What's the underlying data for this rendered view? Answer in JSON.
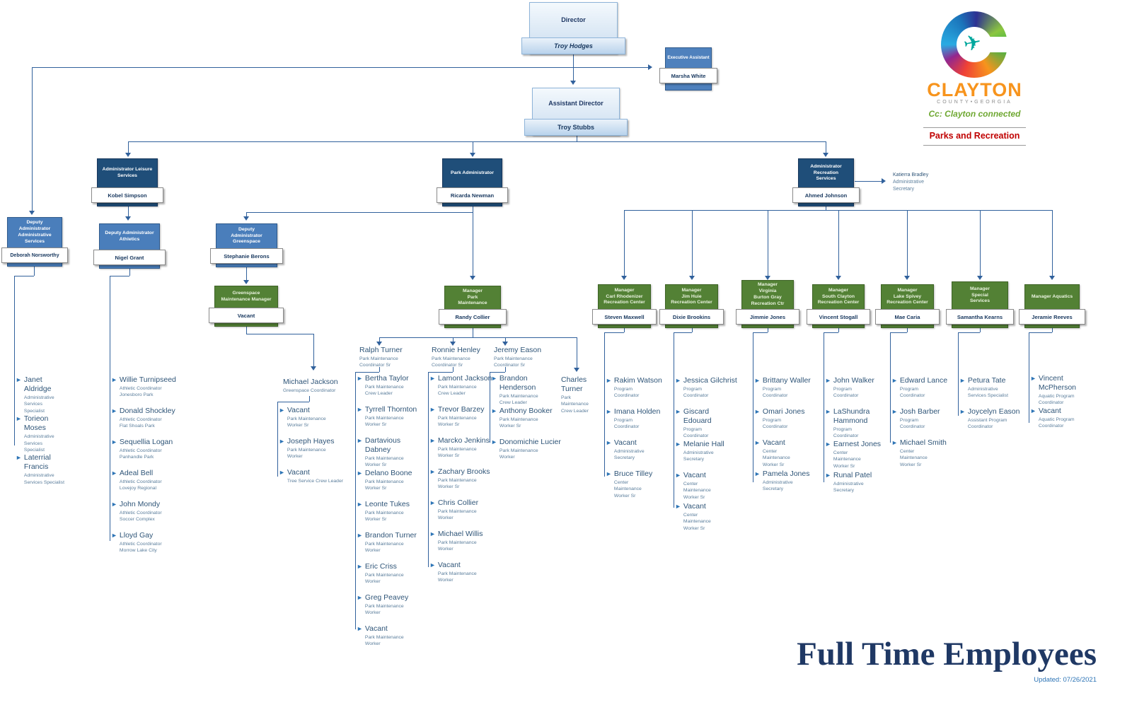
{
  "branding": {
    "logo_text": "CLAYTON",
    "logo_sub": "COUNTY•GEORGIA",
    "tagline": "Cc: Clayton connected",
    "department": "Parks and Recreation"
  },
  "footer": {
    "title": "Full Time Employees",
    "updated": "Updated: 07/26/2021"
  },
  "colors": {
    "navy": "#1F4E79",
    "blue": "#4A7EBB",
    "green": "#538135",
    "orange": "#F7941D",
    "red": "#C00000",
    "line": "#31619C"
  },
  "org": {
    "director": {
      "title": "Director",
      "name": "Troy Hodges"
    },
    "exec_assistant": {
      "title": "Executive Assistant",
      "name": "Marsha White"
    },
    "assistant_director": {
      "title": "Assistant Director",
      "name": "Troy Stubbs"
    },
    "admin_leisure": {
      "title": "Administrator Leisure\nServices",
      "name": "Kobel Simpson"
    },
    "park_admin": {
      "title": "Park Administrator",
      "name": "Ricarda Newman"
    },
    "admin_recreation": {
      "title": "Administrator\nRecreation\nServices",
      "name": "Ahmed Johnson"
    },
    "admin_secretary": {
      "name": "Katierra Bradley",
      "role": "Administrative\nSecretary"
    },
    "deputy_admin_services": {
      "title": "Deputy\nAdministrator\nAdministrative\nServices",
      "name": "Deborah Norsworthy"
    },
    "deputy_athletics": {
      "title": "Deputy Administrator\nAthletics",
      "name": "Nigel Grant"
    },
    "deputy_greenspace": {
      "title": "Deputy\nAdministrator\nGreenspace",
      "name": "Stephanie Berons"
    },
    "greenspace_mgr": {
      "title": "Greenspace\nMaintenance Manager",
      "name": "Vacant"
    },
    "park_maint_mgr": {
      "title": "Manager\nPark\nMaintenance",
      "name": "Randy Collier"
    },
    "rec_managers": [
      {
        "title": "Manager\nCarl Rhodenizer\nRecreation Center",
        "name": "Steven Maxwell"
      },
      {
        "title": "Manager\nJim Huie\nRecreation Center",
        "name": "Dixie Brookins"
      },
      {
        "title": "Manager\nVirginia\nBurton Gray\nRecreation Ctr",
        "name": "Jimmie Jones"
      },
      {
        "title": "Manager\nSouth Clayton\nRecreation Center",
        "name": "Vincent Stogall"
      },
      {
        "title": "Manager\nLake Spivey\nRecreation Center",
        "name": "Mae Caria"
      },
      {
        "title": "Manager\nSpecial\nServices",
        "name": "Samantha Kearns"
      },
      {
        "title": "Manager Aquatics",
        "name": "Jeramie Reeves"
      }
    ]
  },
  "coordinators": {
    "greenspace": {
      "name": "Michael Jackson",
      "role": "Greenspace Coordinator"
    },
    "ralph": {
      "name": "Ralph Turner",
      "role": "Park Maintenance\nCoordinator Sr"
    },
    "ronnie": {
      "name": "Ronnie Henley",
      "role": "Park Maintenance\nCoordinator Sr"
    },
    "jeremy": {
      "name": "Jeremy Eason",
      "role": "Park Maintenance\nCoordinator Sr"
    },
    "charles": {
      "name": "Charles Turner",
      "role": "Park\nMaintenance\nCrew Leader"
    }
  },
  "columns": {
    "admin_services": [
      {
        "name": "Janet Aldridge",
        "role": "Administrative\nServices\nSpecialist"
      },
      {
        "name": "Torieon Moses",
        "role": "Administrative\nServices\nSpecialist"
      },
      {
        "name": "Laterrial Francis",
        "role": "Administrative\nServices Specialist"
      }
    ],
    "athletics": [
      {
        "name": "Willie Turnipseed",
        "role": "Athletic Coordinator\nJonesboro Park"
      },
      {
        "name": "Donald Shockley",
        "role": "Athletic Coordinator\nFlat Shoals Park"
      },
      {
        "name": "Sequellia Logan",
        "role": "Athletic Coordinator\nPanhandle Park"
      },
      {
        "name": "Adeal Bell",
        "role": "Athletic Coordinator\nLovejoy Regional"
      },
      {
        "name": "John Mondy",
        "role": "Athletic Coordinator\nSoccer Complex"
      },
      {
        "name": "Lloyd Gay",
        "role": "Athletic Coordinator\nMorrow Lake City"
      }
    ],
    "greenspace": [
      {
        "name": "Vacant",
        "role": "Park Maintenance\nWorker Sr"
      },
      {
        "name": "Joseph Hayes",
        "role": "Park Maintenance\nWorker"
      },
      {
        "name": "Vacant",
        "role": "Tree Service Crew Leader"
      }
    ],
    "ralph_turner": [
      {
        "name": "Bertha Taylor",
        "role": "Park Maintenance\nCrew Leader"
      },
      {
        "name": "Tyrrell Thornton",
        "role": "Park Maintenance\nWorker Sr"
      },
      {
        "name": "Dartavious Dabney",
        "role": "Park Maintenance\nWorker Sr"
      },
      {
        "name": "Delano Boone",
        "role": "Park Maintenance\nWorker Sr"
      },
      {
        "name": "Leonte Tukes",
        "role": "Park Maintenance\nWorker Sr"
      },
      {
        "name": "Brandon Turner",
        "role": "Park Maintenance\nWorker"
      },
      {
        "name": "Eric Criss",
        "role": "Park Maintenance\nWorker"
      },
      {
        "name": "Greg Peavey",
        "role": "Park Maintenance\nWorker"
      },
      {
        "name": "Vacant",
        "role": "Park Maintenance\nWorker"
      }
    ],
    "ronnie_henley": [
      {
        "name": "Lamont Jackson",
        "role": "Park Maintenance\nCrew Leader"
      },
      {
        "name": "Trevor Barzey",
        "role": "Park Maintenance\nWorker Sr"
      },
      {
        "name": "Marcko Jenkins",
        "role": "Park Maintenance\nWorker Sr"
      },
      {
        "name": "Zachary Brooks",
        "role": "Park Maintenance\nWorker Sr"
      },
      {
        "name": "Chris Collier",
        "role": "Park Maintenance\nWorker"
      },
      {
        "name": "Michael Willis",
        "role": "Park Maintenance\nWorker"
      },
      {
        "name": "Vacant",
        "role": "Park Maintenance\nWorker"
      }
    ],
    "jeremy_eason": [
      {
        "name": "Brandon Henderson",
        "role": "Park Maintenance\nCrew Leader"
      },
      {
        "name": "Anthony Booker",
        "role": "Park Maintenance\nWorker Sr"
      },
      {
        "name": "Donomichie Lucier",
        "role": "Park Maintenance\nWorker"
      }
    ],
    "rhodenizer": [
      {
        "name": "Rakim Watson",
        "role": "Program\nCoordinator"
      },
      {
        "name": "Imana Holden",
        "role": "Program\nCoordinator"
      },
      {
        "name": "Vacant",
        "role": "Administrative\nSecretary"
      },
      {
        "name": "Bruce Tilley",
        "role": "Center\nMaintenance\nWorker Sr"
      }
    ],
    "jim_huie": [
      {
        "name": "Jessica Gilchrist",
        "role": "Program\nCoordinator"
      },
      {
        "name": "Giscard Edouard",
        "role": "Program\nCoordinator"
      },
      {
        "name": "Melanie Hall",
        "role": "Administrative\nSecretary"
      },
      {
        "name": "Vacant",
        "role": "Center\nMaintenance\nWorker Sr"
      },
      {
        "name": "Vacant",
        "role": "Center\nMaintenance\nWorker Sr"
      }
    ],
    "burton_gray": [
      {
        "name": "Brittany Waller",
        "role": "Program\nCoordinator"
      },
      {
        "name": "Omari Jones",
        "role": "Program\nCoordinator"
      },
      {
        "name": "Vacant",
        "role": "Center\nMaintenance\nWorker Sr"
      },
      {
        "name": "Pamela Jones",
        "role": "Administrative\nSecretary"
      }
    ],
    "south_clayton": [
      {
        "name": "John Walker",
        "role": "Program\nCoordinator"
      },
      {
        "name": "LaShundra Hammond",
        "role": "Program\nCoordinator"
      },
      {
        "name": "Earnest Jones",
        "role": "Center\nMaintenance\nWorker Sr"
      },
      {
        "name": "Runal Patel",
        "role": "Administrative\nSecretary"
      }
    ],
    "lake_spivey": [
      {
        "name": "Edward Lance",
        "role": "Program\nCoordinator"
      },
      {
        "name": "Josh Barber",
        "role": "Program\nCoordinator"
      },
      {
        "name": "Michael Smith",
        "role": "Center\nMaintenance\nWorker Sr"
      }
    ],
    "special_services": [
      {
        "name": "Petura Tate",
        "role": "Administrative\nServices Specialist"
      },
      {
        "name": "Joycelyn Eason",
        "role": "Assistant Program\nCoordinator"
      }
    ],
    "aquatics": [
      {
        "name": "Vincent McPherson",
        "role": "Aquatic Program\nCoordinator"
      },
      {
        "name": "Vacant",
        "role": "Aquatic Program\nCoordinator"
      }
    ]
  }
}
